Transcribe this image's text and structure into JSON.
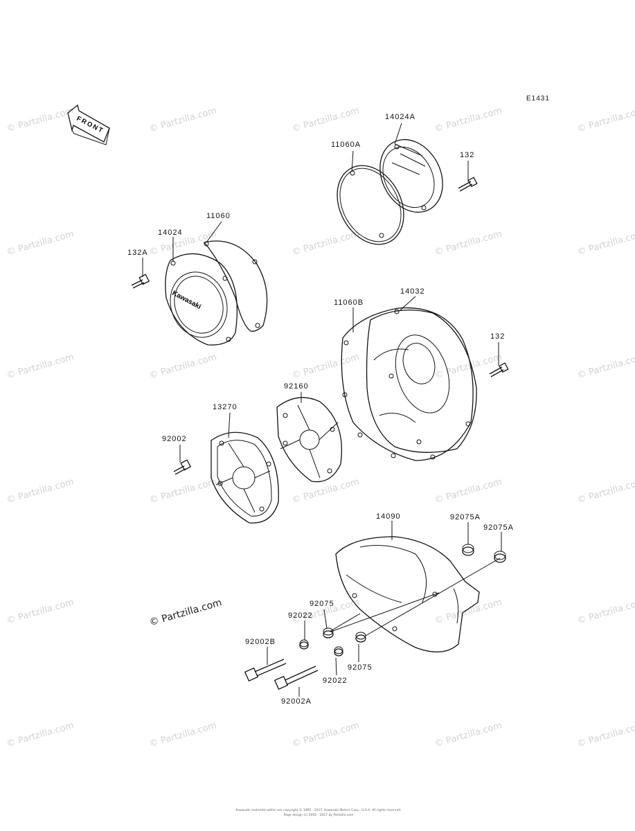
{
  "diagram_code": "E1431",
  "front_label": "FRONT",
  "watermark": {
    "text": "© Partzilla.com",
    "featured": "© Partzilla.com"
  },
  "parts": [
    {
      "id": "p14024A",
      "number": "14024A"
    },
    {
      "id": "p11060A",
      "number": "11060A"
    },
    {
      "id": "p132a",
      "number": "132"
    },
    {
      "id": "p11060",
      "number": "11060"
    },
    {
      "id": "p14024",
      "number": "14024"
    },
    {
      "id": "p132A",
      "number": "132A"
    },
    {
      "id": "p14032",
      "number": "14032"
    },
    {
      "id": "p11060B",
      "number": "11060B"
    },
    {
      "id": "p132b",
      "number": "132"
    },
    {
      "id": "p92160",
      "number": "92160"
    },
    {
      "id": "p13270",
      "number": "13270"
    },
    {
      "id": "p92002",
      "number": "92002"
    },
    {
      "id": "p14090",
      "number": "14090"
    },
    {
      "id": "p92075A1",
      "number": "92075A"
    },
    {
      "id": "p92075A2",
      "number": "92075A"
    },
    {
      "id": "p92075a",
      "number": "92075"
    },
    {
      "id": "p92022a",
      "number": "92022"
    },
    {
      "id": "p92002B",
      "number": "92002B"
    },
    {
      "id": "p92022b",
      "number": "92022"
    },
    {
      "id": "p92075b",
      "number": "92075"
    },
    {
      "id": "p92002A",
      "number": "92002A"
    }
  ],
  "cover_logo": "Kawasaki",
  "footer": {
    "line1": "Kawasaki materials within are copyright © 1995 - 2017, Kawasaki Motors Corp., U.S.A. All rights reserved.",
    "line2": "Page design (c) 2002 - 2017 by Partzilla.com"
  }
}
